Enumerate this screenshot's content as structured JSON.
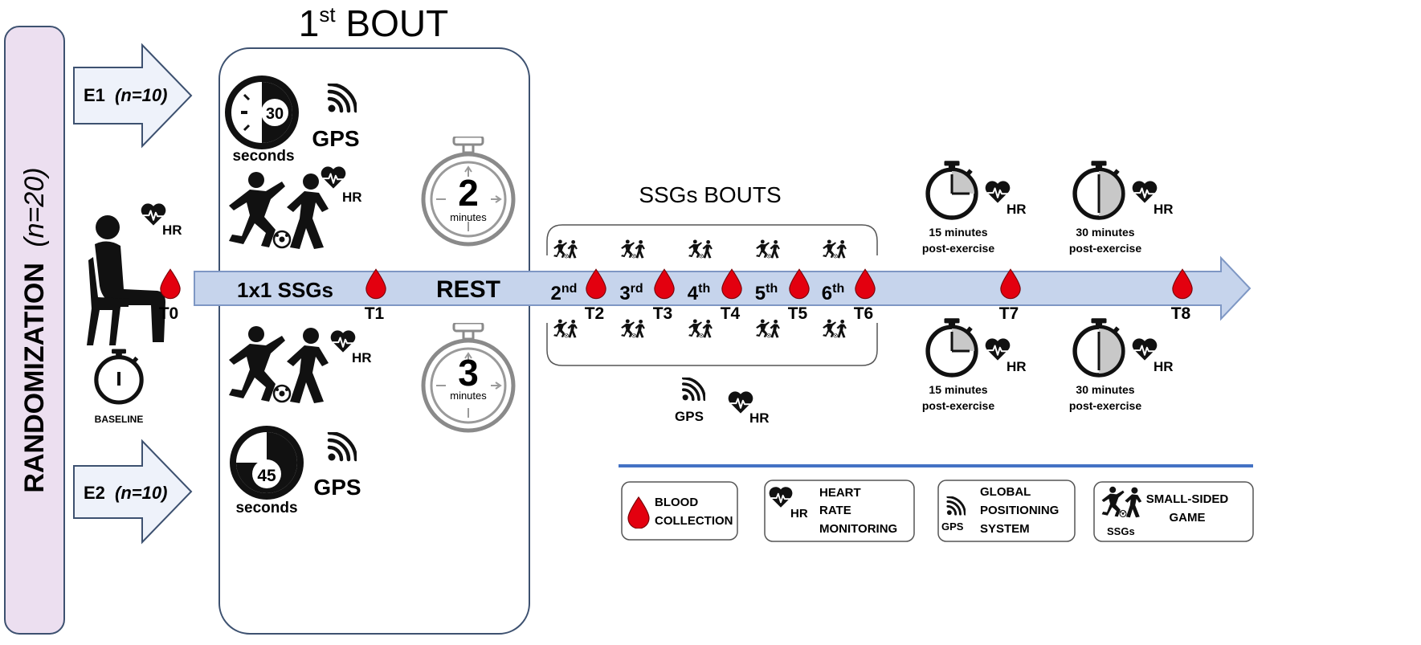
{
  "randomization": {
    "label": "RANDOMIZATION",
    "n": "(n=20)"
  },
  "groups": {
    "e1": {
      "name": "E1",
      "n": "(n=10)"
    },
    "e2": {
      "name": "E2",
      "n": "(n=10)"
    }
  },
  "bout1": {
    "title_main": "1",
    "title_sup": "st",
    "title_rest": " BOUT",
    "timer_top": {
      "value": "30",
      "unit": "seconds"
    },
    "timer_bottom": {
      "value": "45",
      "unit": "seconds"
    },
    "gps_label": "GPS",
    "hr_label": "HR",
    "rest_top": {
      "value": "2",
      "unit": "minutes"
    },
    "rest_bottom": {
      "value": "3",
      "unit": "minutes"
    }
  },
  "baseline": {
    "hr_label": "HR",
    "label": "BASELINE"
  },
  "timeline": {
    "segment_ssg": "1x1 SSGs",
    "segment_rest": "REST",
    "timepoints": [
      "T0",
      "T1",
      "T2",
      "T3",
      "T4",
      "T5",
      "T6",
      "T7",
      "T8"
    ]
  },
  "ssg_bouts": {
    "title": "SSGs BOUTS",
    "bouts": [
      {
        "num": "2",
        "sup": "nd"
      },
      {
        "num": "3",
        "sup": "rd"
      },
      {
        "num": "4",
        "sup": "th"
      },
      {
        "num": "5",
        "sup": "th"
      },
      {
        "num": "6",
        "sup": "th"
      }
    ],
    "gps_label": "GPS",
    "hr_label": "HR"
  },
  "post": {
    "p15": {
      "line1": "15 minutes",
      "line2": "post-exercise",
      "hr_label": "HR"
    },
    "p30": {
      "line1": "30 minutes",
      "line2": "post-exercise",
      "hr_label": "HR"
    }
  },
  "legend": {
    "blood": {
      "line1": "BLOOD",
      "line2": "COLLECTION"
    },
    "hr": {
      "icon_label": "HR",
      "line1": "HEART",
      "line2": "RATE",
      "line3": "MONITORING"
    },
    "gps": {
      "icon_label": "GPS",
      "line1": "GLOBAL",
      "line2": "POSITIONING",
      "line3": "SYSTEM"
    },
    "ssg": {
      "icon_label": "SSGs",
      "line1": "SMALL-SIDED",
      "line2": "GAME"
    }
  },
  "colors": {
    "arrow_fill": "#c6d4ec",
    "arrow_stroke": "#7e97c4",
    "panel_stroke": "#3d5170",
    "randomization_fill": "#ecdff0",
    "drop": "#e3000f",
    "legend_line": "#4472c4"
  }
}
